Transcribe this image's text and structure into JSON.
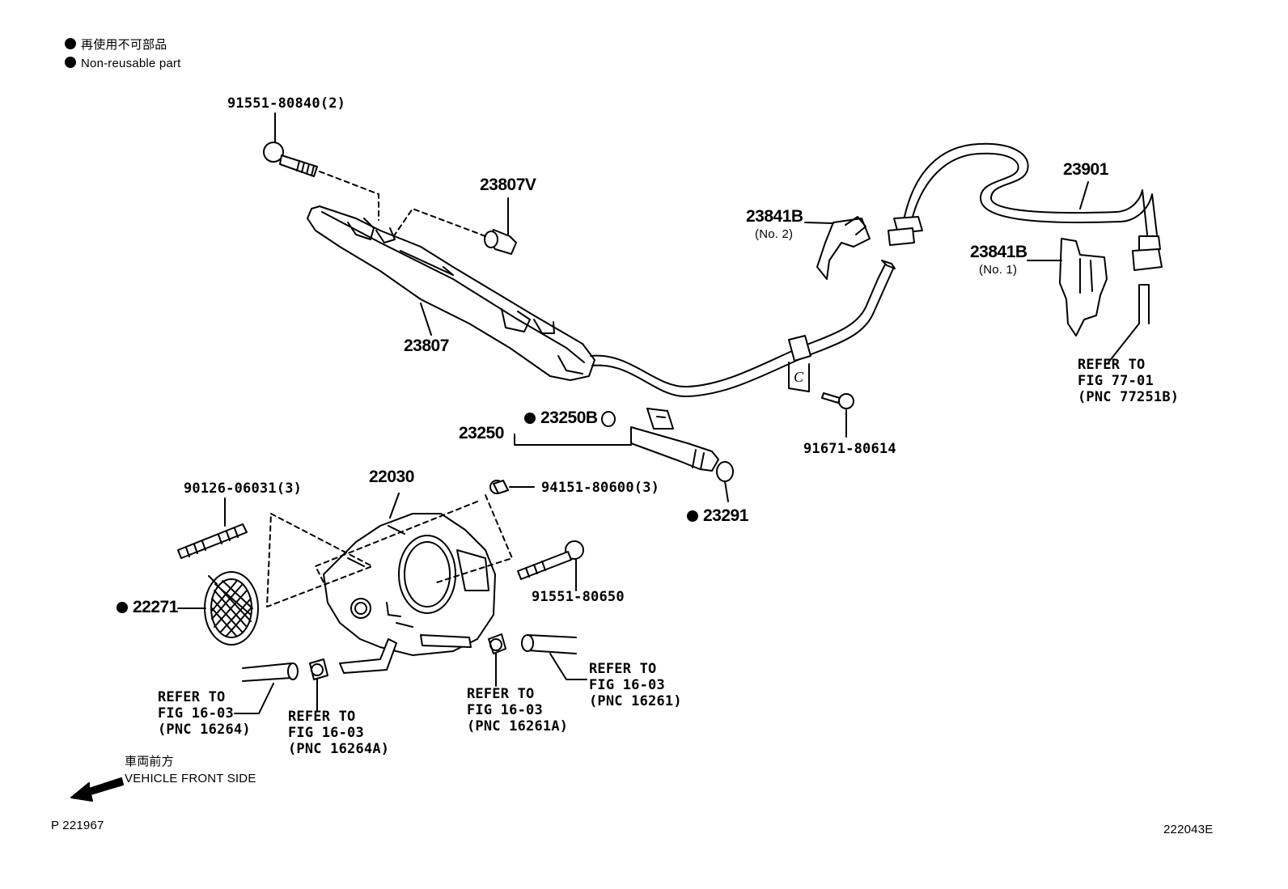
{
  "legend": {
    "line1": "再使用不可部品",
    "line2": "Non-reusable part"
  },
  "parts": {
    "p91551_80840": "91551-80840(2)",
    "p23807V": "23807V",
    "p23807": "23807",
    "p23841B_no2": "23841B",
    "p23841B_no2_sub": "(No. 2)",
    "p23901": "23901",
    "p23841B_no1": "23841B",
    "p23841B_no1_sub": "(No. 1)",
    "p23250": "23250",
    "p23250B": "23250B",
    "p91671_80614": "91671-80614",
    "p22030": "22030",
    "p94151_80600": "94151-80600(3)",
    "p90126_06031": "90126-06031(3)",
    "p23291": "23291",
    "p91551_80650": "91551-80650",
    "p22271": "22271"
  },
  "refs": {
    "ref_77251B": [
      "REFER TO",
      "FIG 77-01",
      "(PNC 77251B)"
    ],
    "ref_16264": [
      "REFER TO",
      "FIG 16-03",
      "(PNC 16264)"
    ],
    "ref_16264A": [
      "REFER TO",
      "FIG 16-03",
      "(PNC 16264A)"
    ],
    "ref_16261A": [
      "REFER TO",
      "FIG 16-03",
      "(PNC 16261A)"
    ],
    "ref_16261": [
      "REFER TO",
      "FIG 16-03",
      "(PNC 16261)"
    ]
  },
  "front": {
    "jp": "車両前方",
    "en": "VEHICLE FRONT SIDE"
  },
  "footer": {
    "left_code": "P 221967",
    "right_code": "222043E"
  },
  "clip_letter": "C",
  "icons": [
    "bullet-dot-icon",
    "front-arrow-icon"
  ]
}
